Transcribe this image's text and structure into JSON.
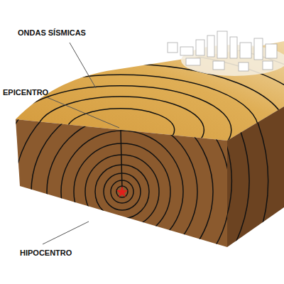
{
  "diagram": {
    "labels": [
      "ONDAS SÍSMICAS",
      "EPICENTRO",
      "HIPOCENTRO"
    ]
  }
}
